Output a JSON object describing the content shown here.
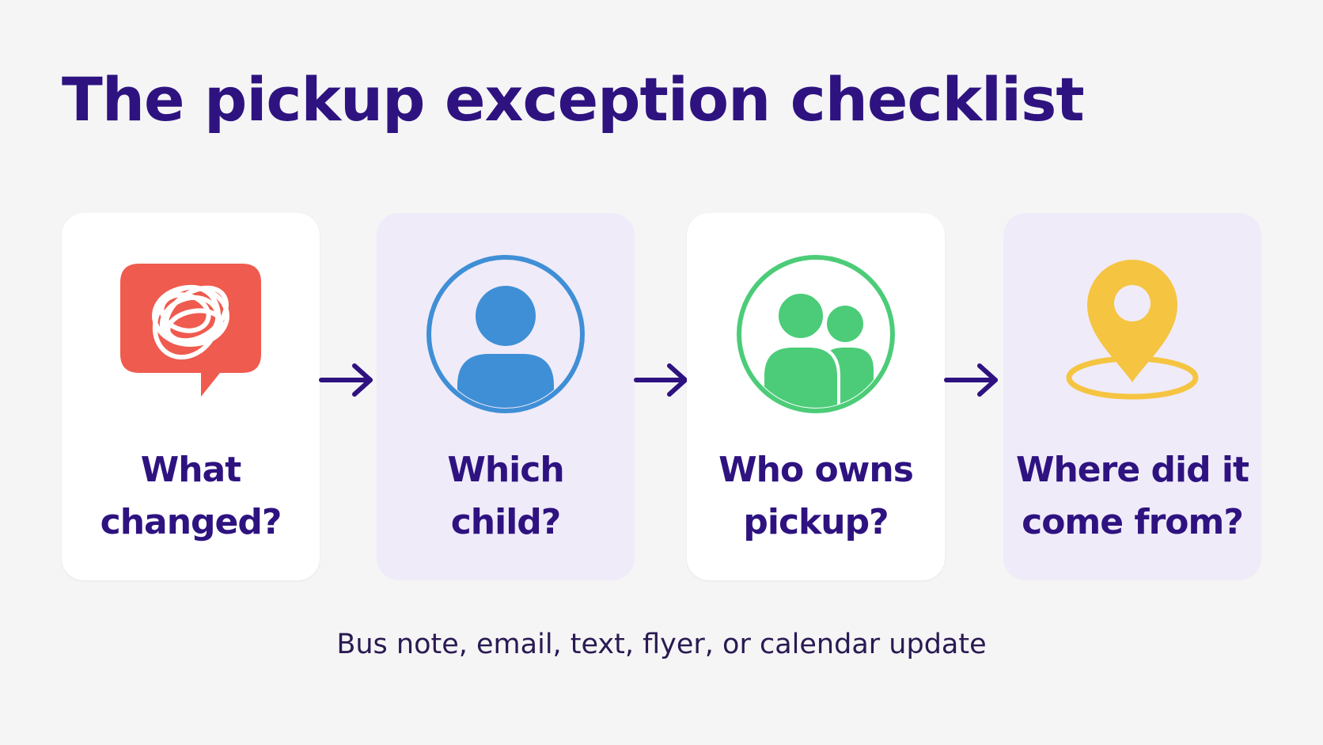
{
  "title": "The pickup exception checklist",
  "colors": {
    "title": "#2e1380",
    "red": "#ef5b4e",
    "blue": "#3f8fd6",
    "green": "#4ccc78",
    "yellow": "#f5c542",
    "arrow": "#2e1380"
  },
  "steps": [
    {
      "label": "What\nchanged?",
      "icon": "tangled-speech-bubble-icon",
      "style": "white"
    },
    {
      "label": "Which\nchild?",
      "icon": "single-person-icon",
      "style": "lilac"
    },
    {
      "label": "Who owns\npickup?",
      "icon": "two-people-icon",
      "style": "white"
    },
    {
      "label": "Where did it\ncome from?",
      "icon": "location-pin-icon",
      "style": "lilac"
    }
  ],
  "caption": "Bus note, email, text, flyer, or calendar update"
}
